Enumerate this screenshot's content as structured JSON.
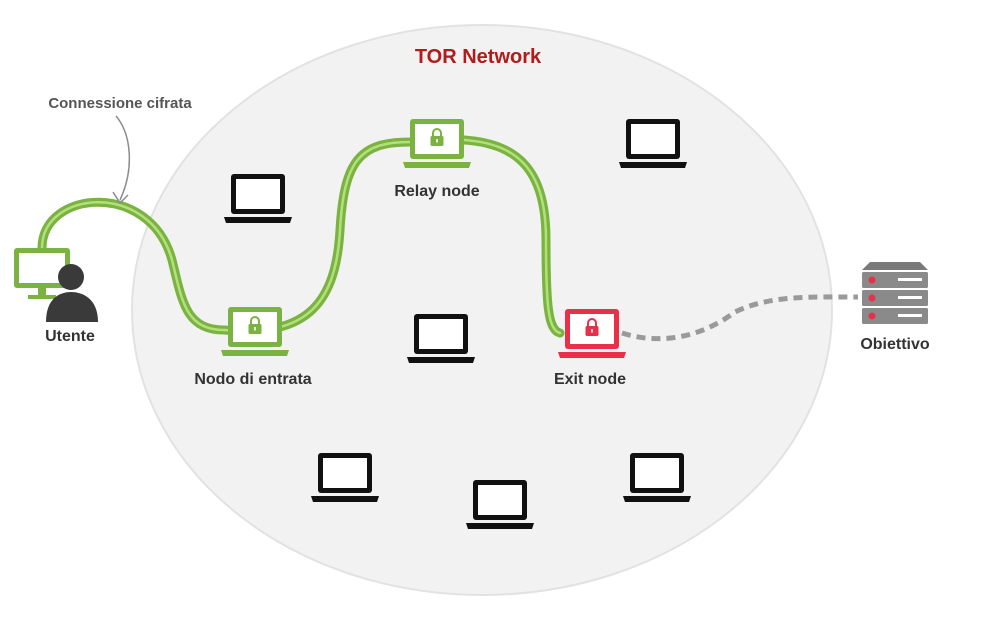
{
  "title": "TOR Network",
  "annotation": "Connessione cifrata",
  "nodes": {
    "user": {
      "label": "Utente",
      "icon": "user-monitor-icon"
    },
    "entry": {
      "label": "Nodo di entrata",
      "icon": "laptop-lock-icon"
    },
    "relay": {
      "label": "Relay node",
      "icon": "laptop-lock-icon"
    },
    "exit": {
      "label": "Exit node",
      "icon": "laptop-lock-icon"
    },
    "target": {
      "label": "Obiettivo",
      "icon": "server-icon"
    }
  },
  "other_nodes": 6,
  "colors": {
    "network_fill": "#f2f2f2",
    "network_stroke": "#e2e2e2",
    "title": "#b01c1c",
    "encrypted_path": "#7ab342",
    "path_highlight": "#b3e07a",
    "exit_node": "#e8304a",
    "plain_link": "#9a9a9a",
    "label": "#333333",
    "laptop": "#111111",
    "user": "#3a3a3a",
    "server": "#8a8a8a",
    "arrow": "#8c8c8c"
  }
}
